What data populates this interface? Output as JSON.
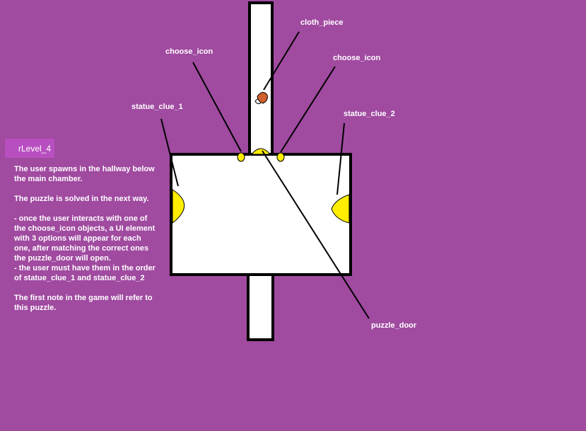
{
  "level": {
    "name": "rLevel_4"
  },
  "labels": {
    "cloth_piece": "cloth_piece",
    "choose_icon_left": "choose_icon",
    "choose_icon_right": "choose_icon",
    "statue_clue_1": "statue_clue_1",
    "statue_clue_2": "statue_clue_2",
    "puzzle_door": "puzzle_door"
  },
  "notes": {
    "p1": "The user spawns in the hallway below the main chamber.",
    "p2": "The puzzle is solved in the next way.",
    "p3": "- once the user interacts with one of the choose_icon objects, a UI element with 3 options will appear for each one, after matching the correct ones the puzzle_door will open.",
    "p4": "- the user must have them in the order of statue_clue_1 and statue_clue_2",
    "p5": "The first note in the game will refer to this puzzle."
  },
  "colors": {
    "background": "#a04aa0",
    "room_fill": "#ffffff",
    "outline": "#000000",
    "clue_yellow": "#ffee00",
    "cloth": "#d06030",
    "tag": "#b84fc0"
  }
}
